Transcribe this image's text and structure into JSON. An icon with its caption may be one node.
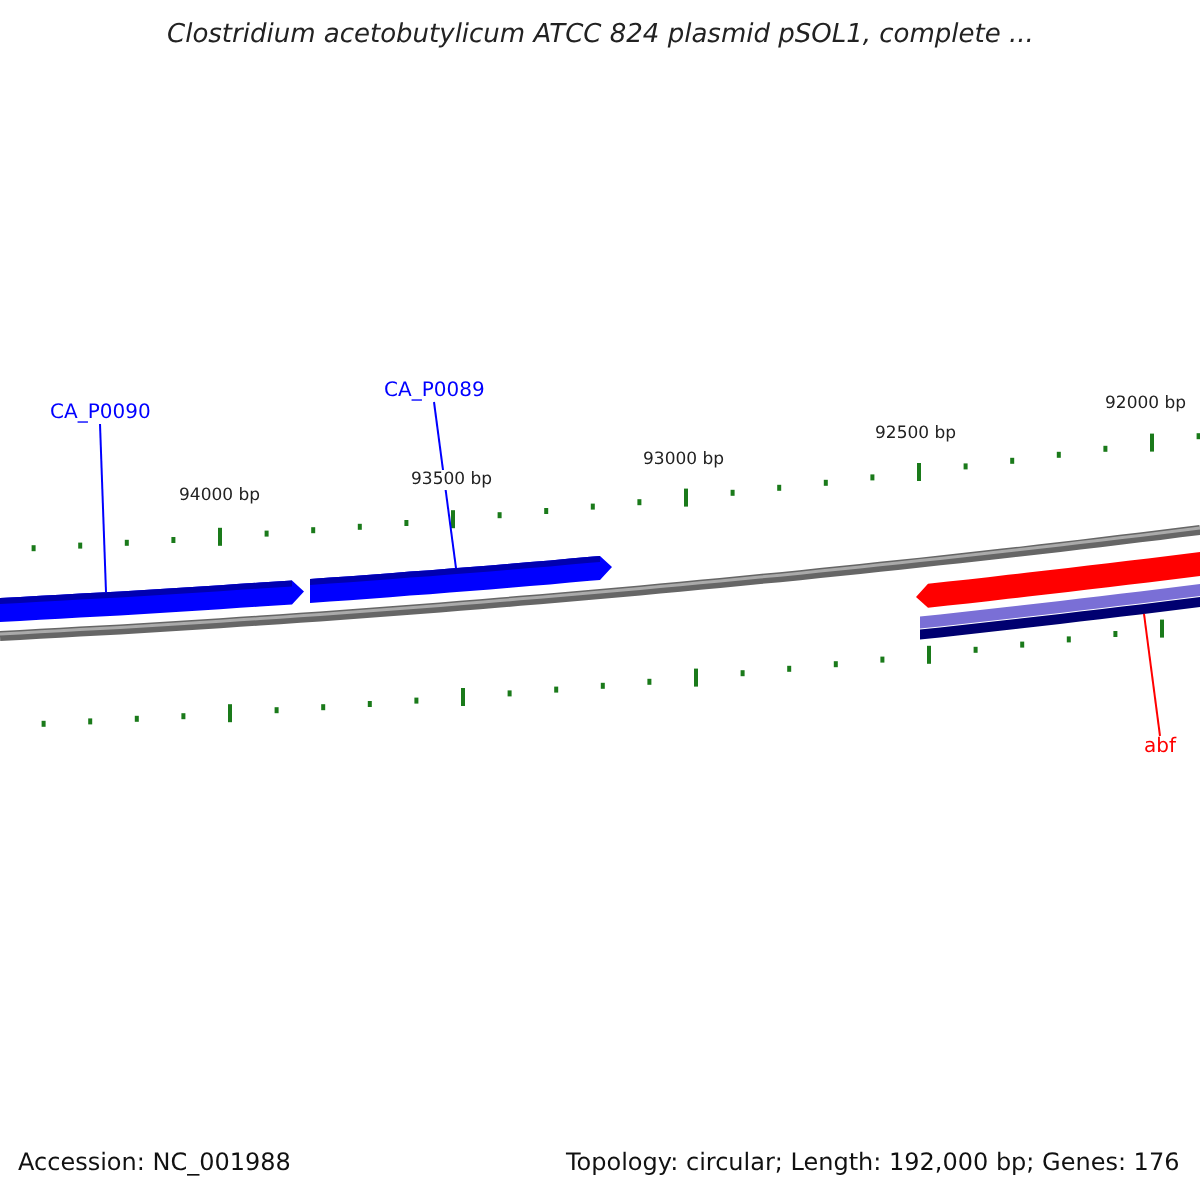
{
  "diagram": {
    "title": "Clostridium acetobutylicum ATCC 824 plasmid pSOL1, complete ...",
    "nodes": [
      {
        "text": [
          "CA_P0090"
        ]
      },
      {
        "text": [
          "CA_P0089"
        ]
      },
      {
        "text": [],
        "shape": "bar"
      },
      {
        "text": [],
        "shape": "bar"
      },
      {
        "text": [],
        "shape": "bar"
      },
      {
        "text": [
          "abf"
        ]
      },
      {
        "text": [],
        "shape": "bar"
      },
      {
        "text": [],
        "shape": "bar"
      }
    ],
    "edges": [
      {
        "from": 0,
        "to": 2,
        "arrow": "none"
      },
      {
        "from": 1,
        "to": 3,
        "arrow": "none"
      },
      {
        "from": 5,
        "to": 7,
        "arrow": "none",
        "color": "#ff0000"
      }
    ],
    "labels": [
      "94000 bp",
      "93500 bp",
      "93000 bp",
      "92500 bp",
      "92000 bp",
      "Accession: NC_001988",
      "Topology: circular; Length: 192,000 bp; Genes: 176"
    ]
  }
}
